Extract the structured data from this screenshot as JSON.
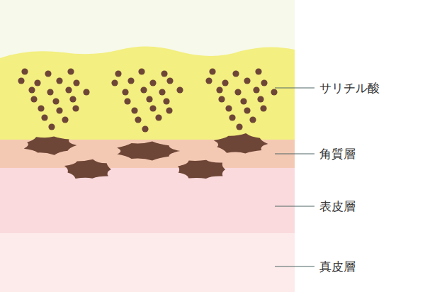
{
  "diagram": {
    "labels": [
      "サリチル酸",
      "角質層",
      "表皮層",
      "真皮層"
    ]
  }
}
